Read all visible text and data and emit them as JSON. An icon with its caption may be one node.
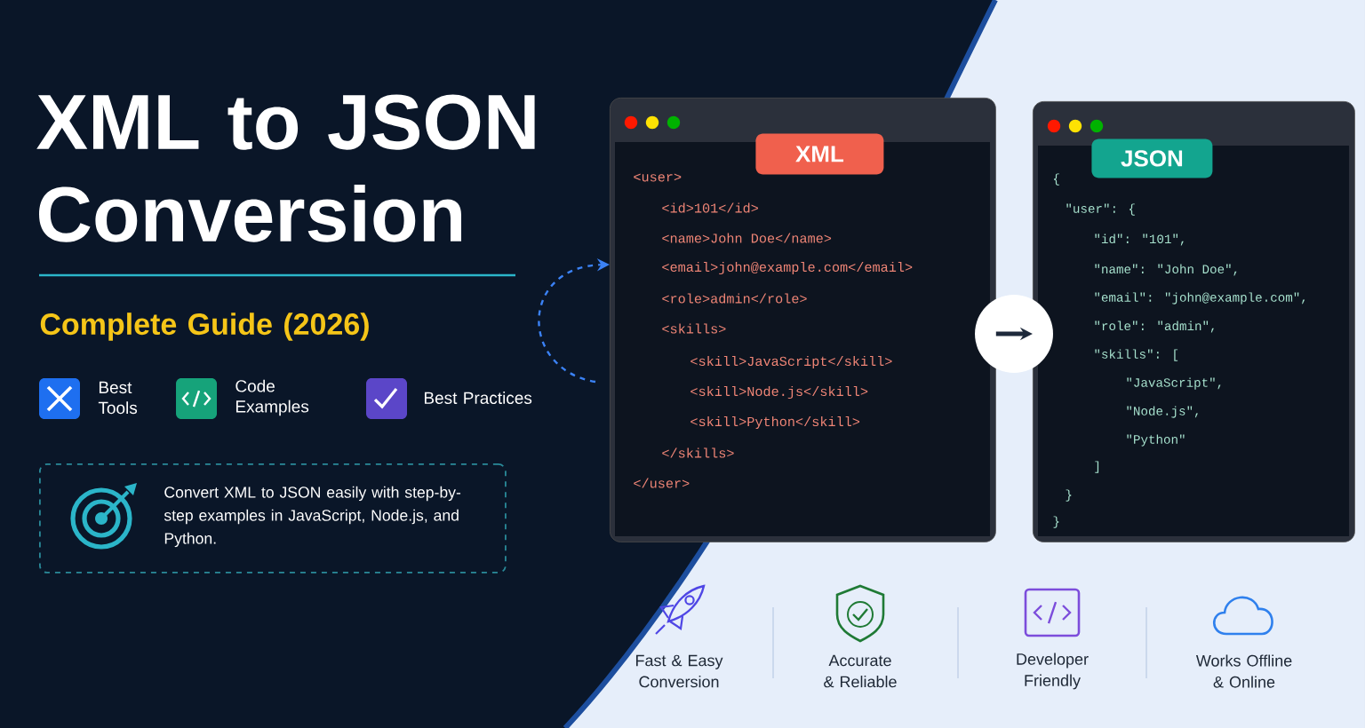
{
  "diagram": {
    "title": "XML to JSON Conversion",
    "nodes": [
      {
        "text": [
          "XML",
          "<user>",
          "<id>101</id>",
          "<name>John Doe</name>",
          "<email>john@example.com</email>",
          "<role>admin</role>",
          "<skills>",
          "<skill>JavaScript</skill>",
          "<skill>Node.js</skill>",
          "<skill>Python</skill>",
          "</skills>",
          "</user>"
        ]
      },
      {
        "text": [
          "JSON",
          "{",
          "\"user\": {",
          "\"id\": \"101\",",
          "\"name\": \"John Doe\",",
          "\"email\": \"john@example.com\",",
          "\"role\": \"admin\",",
          "\"skills\": [",
          "\"JavaScript\",",
          "\"Node.js\",",
          "\"Python\"",
          "]",
          "}",
          "}"
        ]
      },
      {
        "text": [
          "Convert XML to JSON easily with step-by-step examples in JavaScript, Node.js, and Python."
        ]
      }
    ],
    "edges": [
      {
        "from": null,
        "to": 0,
        "arrow": "to",
        "style": "dashed",
        "color": "#3b82f6"
      },
      {
        "from": 0,
        "to": 1,
        "arrow": "to",
        "color": "#1e293b"
      }
    ],
    "labels": [
      "Complete Guide (2026)",
      "Best Tools",
      "Code Examples",
      "Best Practices",
      "Fast & Easy Conversion",
      "Accurate & Reliable",
      "Developer Friendly",
      "Works Offline & Online"
    ]
  }
}
